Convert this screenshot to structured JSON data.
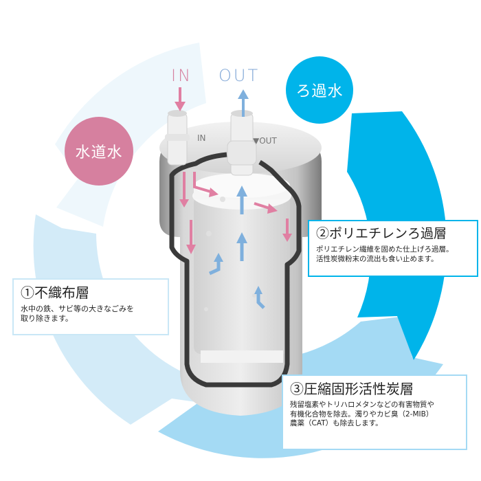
{
  "colors": {
    "arc_pale": "#EEF7FC",
    "arc_light": "#D3EBF8",
    "arc_mid": "#A4DAF4",
    "arc_cyan": "#00B4EA",
    "pink": "#D6809F",
    "in_arrow": "#E07FA2",
    "out_arrow": "#7FB0DD",
    "box1_border": "#C9E7F6",
    "box2_border": "#00B4EA",
    "box3_border": "#A4DAF4"
  },
  "ports": {
    "in_label": "IN",
    "out_label": "OUT",
    "cap_in_label": "IN",
    "cap_out_label": "▼OUT"
  },
  "bubbles": {
    "tap_water": "水道水",
    "filtered_water": "ろ過水"
  },
  "layers": [
    {
      "title": "①不織布層",
      "desc_lines": [
        "水中の鉄、サビ等の大きなごみを",
        "取り除きます。"
      ]
    },
    {
      "title": "②ポリエチレンろ過層",
      "desc_lines": [
        "ポリエチレン繊維を固めた仕上げろ過層。",
        "活性炭微粉末の流出も食い止めます。"
      ]
    },
    {
      "title": "③圧縮固形活性炭層",
      "desc_lines": [
        "残留塩素やトリハロメタンなどの有害物質や",
        "有機化合物を除去。濁りやカビ臭（2-MIB）",
        "農薬（CAT）も除去します。"
      ]
    }
  ]
}
